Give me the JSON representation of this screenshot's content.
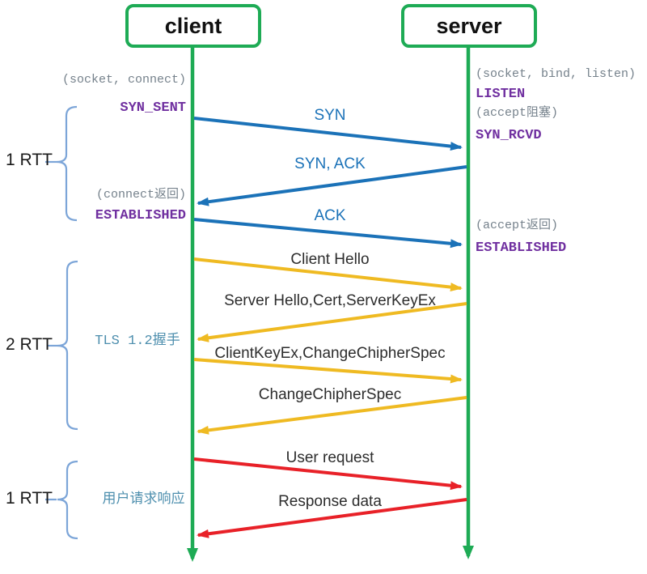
{
  "colors": {
    "green": "#1EAB55",
    "blue": "#1B72B8",
    "yellow": "#EFBA22",
    "red": "#E82128",
    "purple": "#7030A0",
    "gray": "#76828C",
    "teal": "#4E8FAE",
    "brace": "#7CA5D8",
    "text": "#2D2D2D"
  },
  "actors": {
    "client": "client",
    "server": "server"
  },
  "client_annotations": [
    {
      "text": "(socket, connect)"
    },
    {
      "text": "SYN_SENT"
    },
    {
      "text": "(connect返回)"
    },
    {
      "text": "ESTABLISHED"
    }
  ],
  "server_annotations": [
    {
      "text": "(socket, bind, listen)"
    },
    {
      "text": "LISTEN"
    },
    {
      "text": "(accept阻塞)"
    },
    {
      "text": "SYN_RCVD"
    },
    {
      "text": "(accept返回)"
    },
    {
      "text": "ESTABLISHED"
    }
  ],
  "messages": [
    {
      "label": "SYN",
      "from": "client",
      "to": "server",
      "color": "blue"
    },
    {
      "label": "SYN, ACK",
      "from": "server",
      "to": "client",
      "color": "blue"
    },
    {
      "label": "ACK",
      "from": "client",
      "to": "server",
      "color": "blue"
    },
    {
      "label": "Client Hello",
      "from": "client",
      "to": "server",
      "color": "yellow"
    },
    {
      "label": "Server Hello,Cert,ServerKeyEx",
      "from": "server",
      "to": "client",
      "color": "yellow"
    },
    {
      "label": "ClientKeyEx,ChangeChipherSpec",
      "from": "client",
      "to": "server",
      "color": "yellow"
    },
    {
      "label": "ChangeChipherSpec",
      "from": "server",
      "to": "client",
      "color": "yellow"
    },
    {
      "label": "User request",
      "from": "client",
      "to": "server",
      "color": "red"
    },
    {
      "label": "Response data",
      "from": "server",
      "to": "client",
      "color": "red"
    }
  ],
  "rtt_groups": [
    {
      "label": "1 RTT",
      "note": ""
    },
    {
      "label": "2 RTT",
      "note": "TLS 1.2握手"
    },
    {
      "label": "1 RTT",
      "note": "用户请求响应"
    }
  ]
}
